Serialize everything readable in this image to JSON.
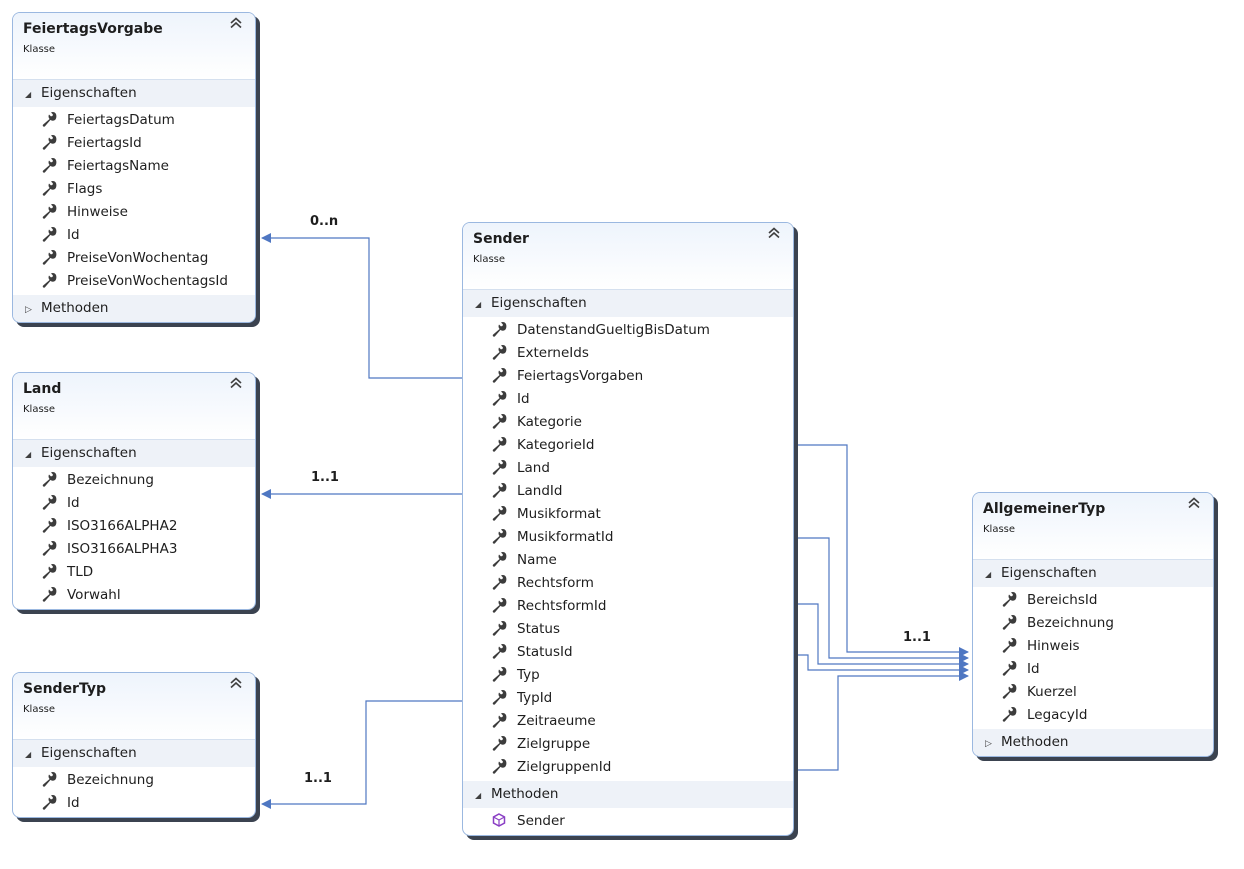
{
  "classes": [
    {
      "name": "FeiertagsVorgabe",
      "kind": "Klasse",
      "sections": [
        {
          "label": "Eigenschaften",
          "expanded": true,
          "members": [
            "FeiertagsDatum",
            "FeiertagsId",
            "FeiertagsName",
            "Flags",
            "Hinweise",
            "Id",
            "PreiseVonWochentag",
            "PreiseVonWochentagsId"
          ]
        },
        {
          "label": "Methoden",
          "expanded": false,
          "members": []
        }
      ]
    },
    {
      "name": "Land",
      "kind": "Klasse",
      "sections": [
        {
          "label": "Eigenschaften",
          "expanded": true,
          "members": [
            "Bezeichnung",
            "Id",
            "ISO3166ALPHA2",
            "ISO3166ALPHA3",
            "TLD",
            "Vorwahl"
          ]
        }
      ]
    },
    {
      "name": "SenderTyp",
      "kind": "Klasse",
      "sections": [
        {
          "label": "Eigenschaften",
          "expanded": true,
          "members": [
            "Bezeichnung",
            "Id"
          ]
        }
      ]
    },
    {
      "name": "Sender",
      "kind": "Klasse",
      "sections": [
        {
          "label": "Eigenschaften",
          "expanded": true,
          "members": [
            "DatenstandGueltigBisDatum",
            "ExterneIds",
            "FeiertagsVorgaben",
            "Id",
            "Kategorie",
            "KategorieId",
            "Land",
            "LandId",
            "Musikformat",
            "MusikformatId",
            "Name",
            "Rechtsform",
            "RechtsformId",
            "Status",
            "StatusId",
            "Typ",
            "TypId",
            "Zeitraeume",
            "Zielgruppe",
            "ZielgruppenId"
          ]
        },
        {
          "label": "Methoden",
          "expanded": true,
          "member_icon": "method-cube-icon",
          "members": [
            "Sender"
          ]
        }
      ]
    },
    {
      "name": "AllgemeinerTyp",
      "kind": "Klasse",
      "sections": [
        {
          "label": "Eigenschaften",
          "expanded": true,
          "members": [
            "BereichsId",
            "Bezeichnung",
            "Hinweis",
            "Id",
            "Kuerzel",
            "LegacyId"
          ]
        },
        {
          "label": "Methoden",
          "expanded": false,
          "members": []
        }
      ]
    }
  ],
  "multiplicities": {
    "feiertags": "0..n",
    "land": "1..1",
    "sendertyp": "1..1",
    "allgemeinertyp": "1..1"
  },
  "icons": {
    "property": "wrench-icon",
    "method": "method-cube-icon",
    "collapse": "double-chevron-up-icon",
    "expanded": "triangle-expanded-icon",
    "collapsed": "triangle-collapsed-icon"
  },
  "colors": {
    "connector": "#4f77c2",
    "border": "#9bb8e0",
    "shadow": "#3b4350",
    "method_icon": "#8a3fc4"
  }
}
